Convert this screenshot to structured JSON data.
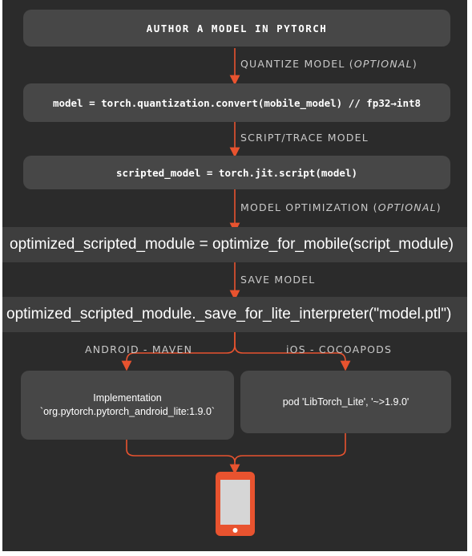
{
  "steps": {
    "author": "AUTHOR A MODEL IN PYTORCH",
    "quantize_label_prefix": "QUANTIZE MODEL (",
    "quantize_label_optional": "OPTIONAL",
    "quantize_label_suffix": ")",
    "quantize_code": "model = torch.quantization.convert(mobile_model) // fp32→int8",
    "script_label": "SCRIPT/TRACE MODEL",
    "script_code": "scripted_model = torch.jit.script(model)",
    "optimize_label_prefix": "MODEL OPTIMIZATION (",
    "optimize_label_optional": "OPTIONAL",
    "optimize_label_suffix": ")",
    "optimize_code": "optimized_scripted_module = optimize_for_mobile(script_module)",
    "save_label": "SAVE MODEL",
    "save_code": "optimized_scripted_module._save_for_lite_interpreter(\"model.ptl\")"
  },
  "branches": {
    "android_label": "ANDROID - MAVEN",
    "ios_label": "iOS - COCOAPODS",
    "android_line1": "Implementation",
    "android_line2": "`org.pytorch.pytorch_android_lite:1.9.0`",
    "ios_text": "pod 'LibTorch_Lite', '~>1.9.0'"
  },
  "icons": {
    "device": "phone-icon"
  },
  "colors": {
    "background": "#2b2b2b",
    "box": "#474747",
    "accent": "#e8532f",
    "label": "#c9c9c9"
  }
}
